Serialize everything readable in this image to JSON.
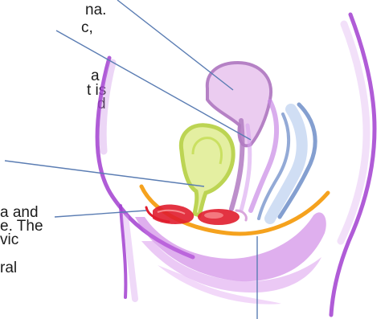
{
  "text_fragments": [
    "na.",
    "c,",
    "a",
    "t is",
    "d",
    "a and",
    "e. The",
    "vic",
    "ral"
  ],
  "colors": {
    "uterus": "#d9a6dc",
    "uterus_outline": "#b27bc2",
    "bladder": "#c7de5a",
    "bladder_inner": "#e3ef9c",
    "rectum": "#9bb6e0",
    "rectum_outline": "#6f8ec8",
    "body_outline": "#a23fd0",
    "pelvic_floor": "#c56ee0",
    "perineum_line": "#f5a21e",
    "penile_red": "#e01d2e",
    "pointer_lines": "#5b7db3",
    "text": "#1b1b1b"
  }
}
